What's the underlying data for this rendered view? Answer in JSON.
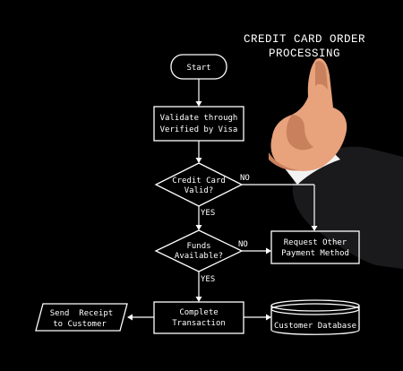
{
  "title": [
    "CREDIT CARD ORDER",
    "PROCESSING"
  ],
  "nodes": {
    "start": "Start",
    "validate": [
      "Validate through",
      "Verified by Visa"
    ],
    "credit_card_valid": [
      "Credit Card",
      "Valid?"
    ],
    "funds_available": [
      "Funds",
      "Available?"
    ],
    "request_other": [
      "Request Other",
      "Payment Method"
    ],
    "complete": [
      "Complete",
      "Transaction"
    ],
    "send_receipt": [
      "Send  Receipt",
      "to Customer"
    ],
    "customer_database": "Customer Database"
  },
  "edges": {
    "valid_no": "NO",
    "valid_yes": "YES",
    "funds_no": "NO",
    "funds_yes": "YES"
  }
}
